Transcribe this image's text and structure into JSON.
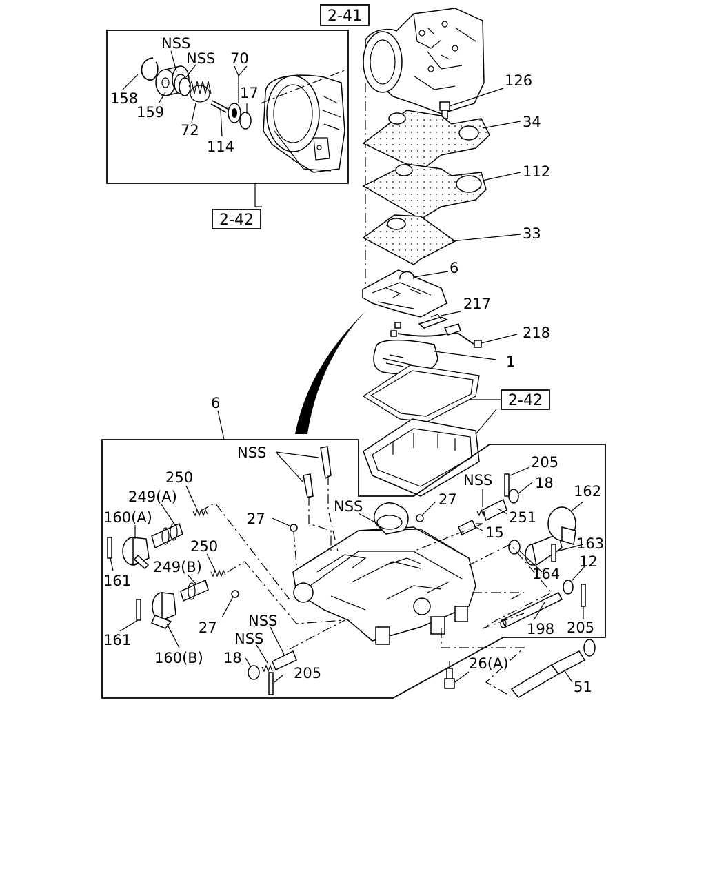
{
  "refs": {
    "r241": "2-41",
    "r242a": "2-42",
    "r242b": "2-42"
  },
  "labels": {
    "nss_inset_1": "NSS",
    "nss_inset_2": "NSS",
    "l70": "70",
    "l17": "17",
    "l158": "158",
    "l159": "159",
    "l72": "72",
    "l114": "114",
    "l126": "126",
    "l34": "34",
    "l112": "112",
    "l33": "33",
    "l6_top": "6",
    "l217": "217",
    "l218": "218",
    "l1": "1",
    "l6_detail": "6",
    "nss_clips": "NSS",
    "l250_a": "250",
    "l249a": "249(A)",
    "l160a": "160(A)",
    "l161_a": "161",
    "l250_b": "250",
    "l249b": "249(B)",
    "l161_b": "161",
    "l160b": "160(B)",
    "l27_left": "27",
    "l27_lower": "27",
    "nss_cover": "NSS",
    "l27_right": "27",
    "l205_top": "205",
    "nss_right": "NSS",
    "l18_top": "18",
    "l162": "162",
    "l251": "251",
    "l15": "15",
    "l163": "163",
    "l12": "12",
    "l164": "164",
    "l198": "198",
    "l205_right": "205",
    "nss_bottom_1": "NSS",
    "nss_bottom_2": "NSS",
    "l18_bottom": "18",
    "l205_bottom": "205",
    "l26a": "26(A)",
    "l51": "51"
  }
}
